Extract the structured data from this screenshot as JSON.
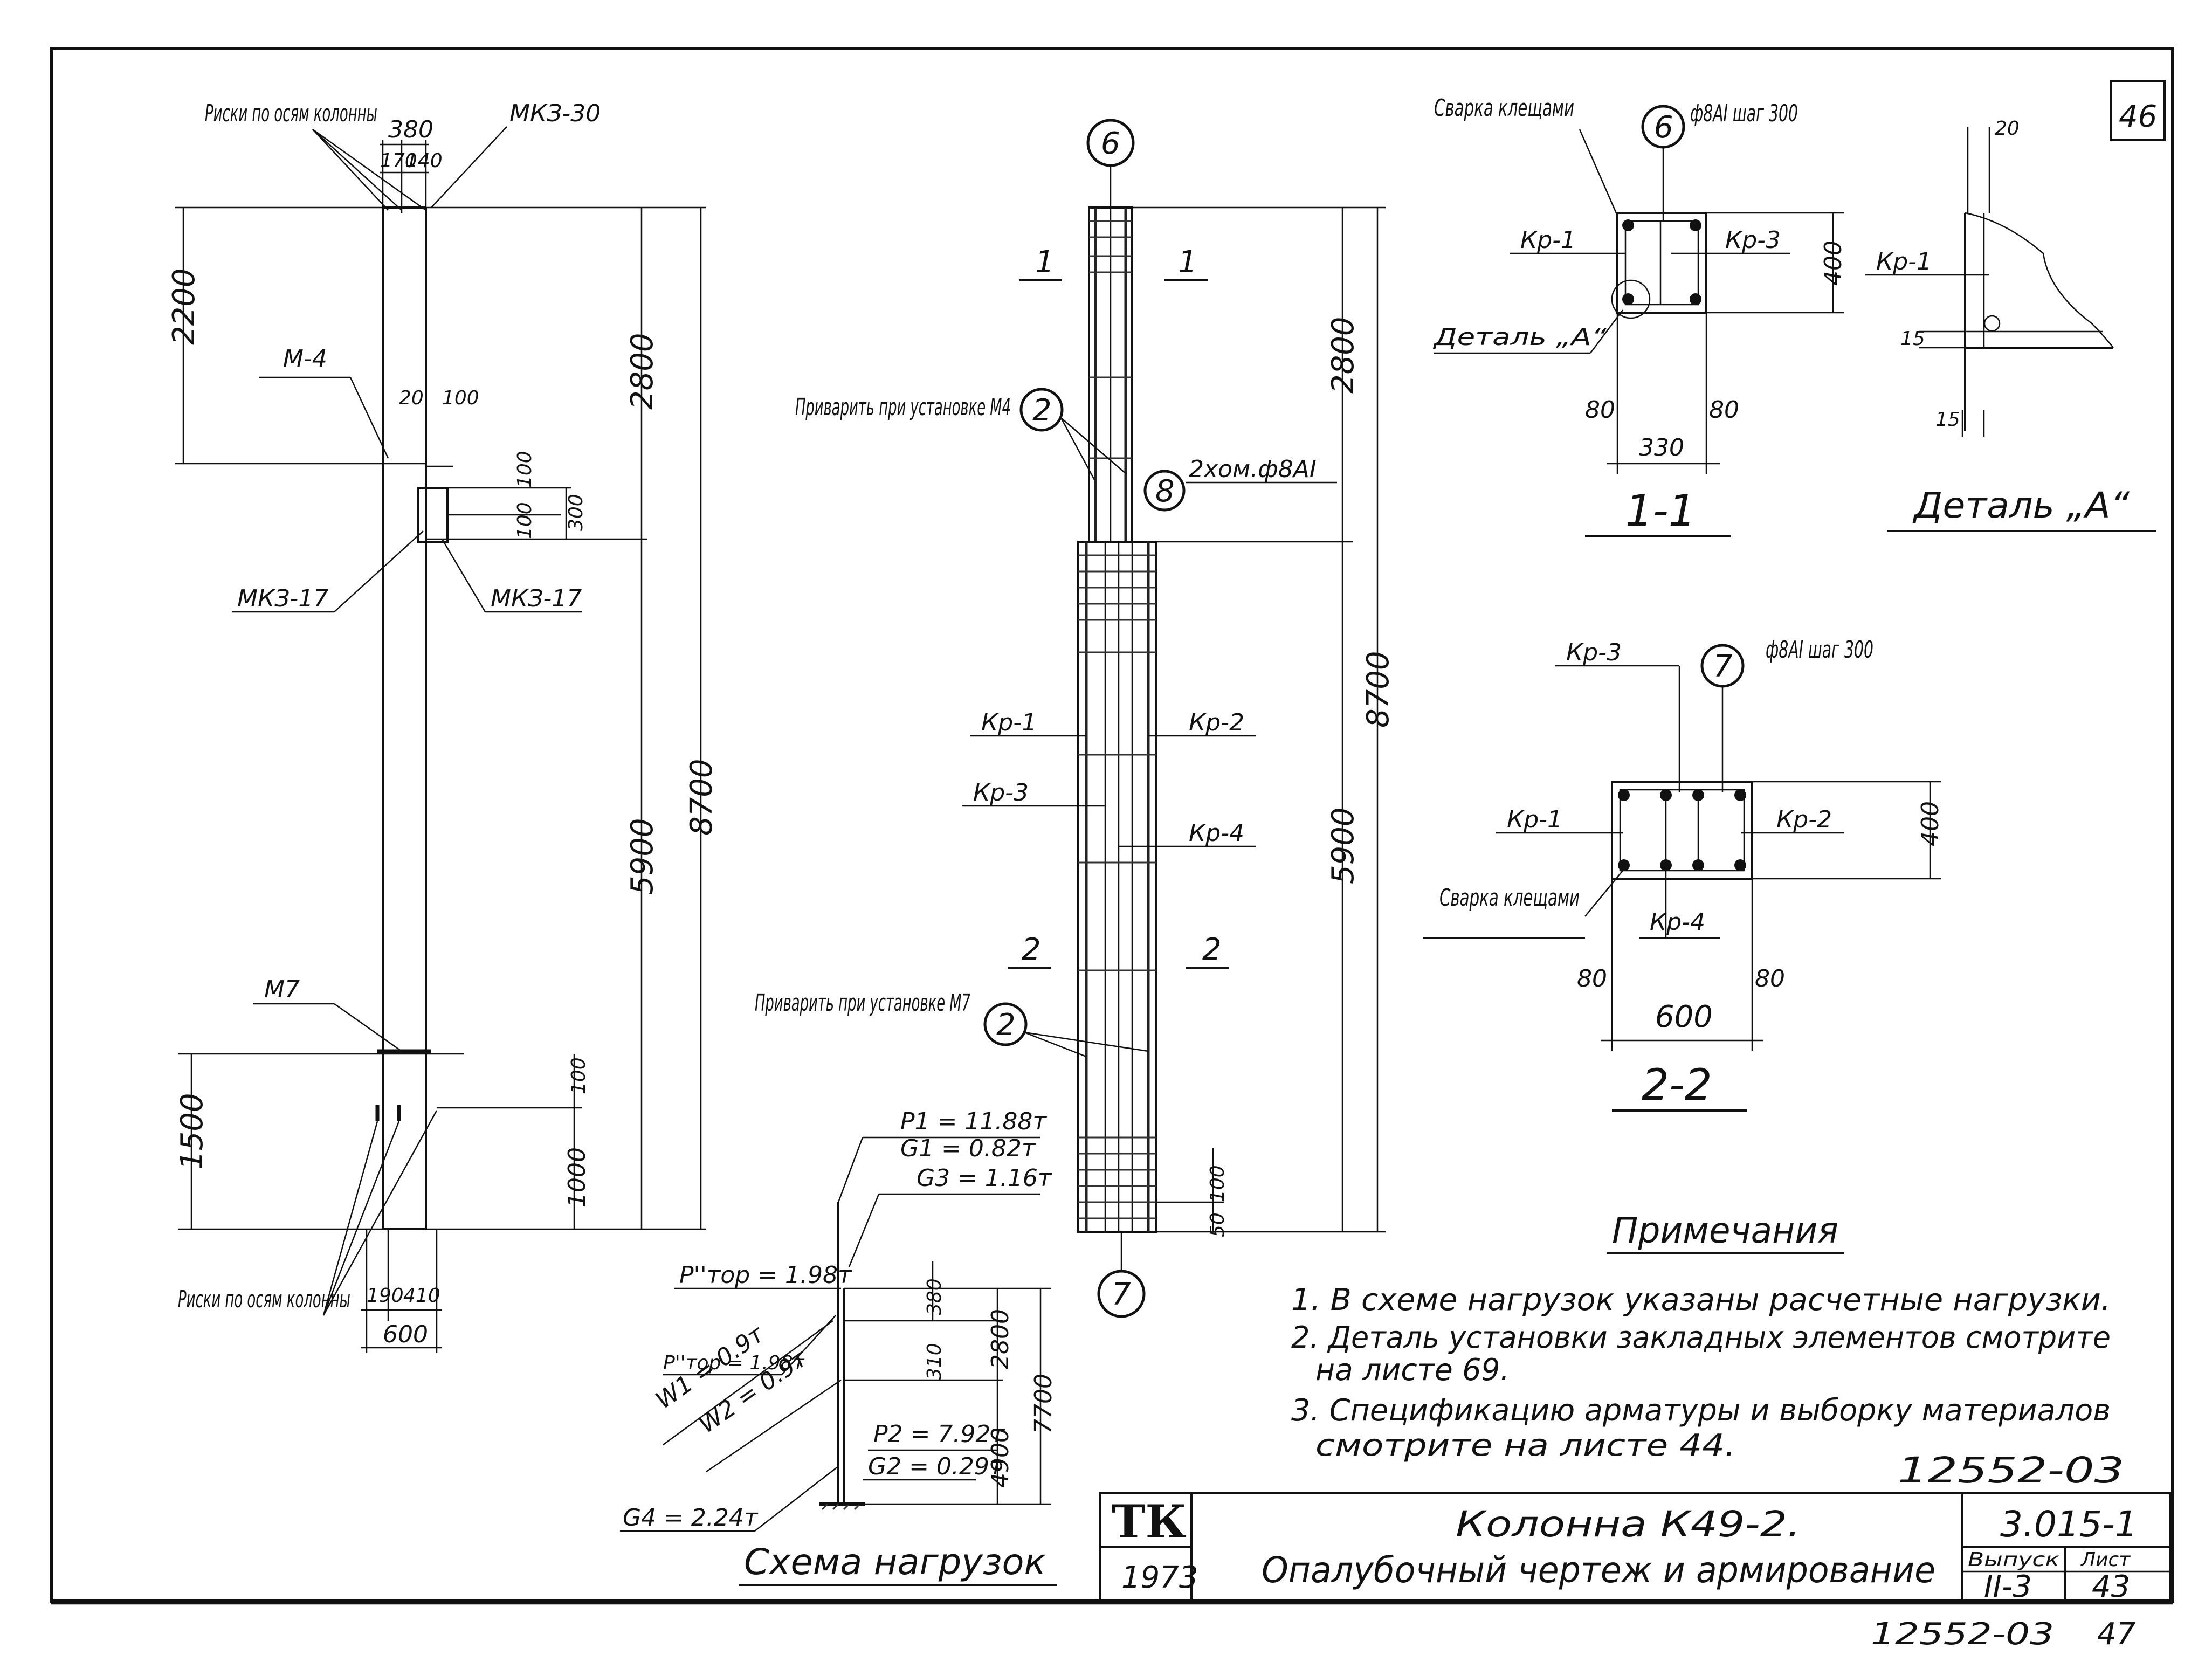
{
  "page_number": "46",
  "drawing": {
    "elevation_left": {
      "risks_top": "Риски по осям колонны",
      "risks_bottom": "Риски по осям колонны",
      "dim_top_total": "380",
      "dim_top_a": "170",
      "dim_top_b": "140",
      "mark_mkz30": "МКЗ-30",
      "mark_m4": "М-4",
      "dim_20": "20",
      "dim_100a": "100",
      "dim_100b": "100",
      "dim_100c": "100",
      "dim_300": "300",
      "mark_mkz17_left": "МКЗ-17",
      "mark_mkz17_right": "МКЗ-17",
      "dim_2200": "2200",
      "dim_2800": "2800",
      "dim_5900": "5900",
      "dim_8700": "8700",
      "mark_m7": "М7",
      "dim_1500": "1500",
      "dim_1000": "1000",
      "dim_190": "190",
      "dim_410": "410",
      "dim_600": "600"
    },
    "elevation_middle": {
      "circle_6": "6",
      "circle_7": "7",
      "circle_8": "8",
      "circle_2a": "2",
      "circle_2b": "2",
      "section_1_left": "1",
      "section_1_right": "1",
      "section_2_left": "2",
      "section_2_right": "2",
      "weld_note_m4": "Приварить при установке М4",
      "weld_note_m7": "Приварить при установке М7",
      "hoops_label": "2хом.ф8АI",
      "kr1": "Кр-1",
      "kr2": "Кр-2",
      "kr3": "Кр-3",
      "kr4": "Кр-4",
      "dim_2800": "2800",
      "dim_5900": "5900",
      "dim_8700": "8700",
      "dim_100": "100",
      "dim_50": "50"
    },
    "section_1_1": {
      "weld_label": "Сварка клещами",
      "circle_6": "6",
      "bar_spec": "ф8АI шаг 300",
      "kr1": "Кр-1",
      "kr3": "Кр-3",
      "detail_a": "Деталь „А“",
      "dim_400": "400",
      "dim_80a": "80",
      "dim_80b": "80",
      "dim_330": "330",
      "title": "1-1"
    },
    "detail_a": {
      "kr1": "Кр-1",
      "dim_20": "20",
      "dim_15a": "15",
      "dim_15b": "15",
      "title": "Деталь „А“"
    },
    "section_2_2": {
      "kr3": "Кр-3",
      "circle_7": "7",
      "bar_spec": "ф8АI шаг 300",
      "kr1": "Кр-1",
      "kr2": "Кр-2",
      "kr4": "Кр-4",
      "weld_label": "Сварка клещами",
      "dim_400": "400",
      "dim_80a": "80",
      "dim_80b": "80",
      "dim_600": "600",
      "title": "2-2"
    },
    "load_scheme": {
      "p1": "P1 = 11.88т",
      "g1": "G1 = 0.82т",
      "g3": "G3 = 1.16т",
      "p_top": "P''тор = 1.98т",
      "p_top2": "P''тор = 1.98т",
      "w1": "W1 = 0.9т",
      "w2": "W2 = 0.9т",
      "p2": "P2 = 7.92т",
      "g2": "G2 = 0.29т",
      "g4": "G4 = 2.24т",
      "dim_380": "380",
      "dim_310": "310",
      "dim_2800": "2800",
      "dim_4900": "4900",
      "dim_7700": "7700",
      "title": "Схема нагрузок"
    },
    "notes": {
      "heading": "Примечания",
      "lines": [
        "1. В схеме нагрузок указаны расчетные нагрузки.",
        "2. Деталь установки закладных элементов смотрите",
        "на листе 69.",
        "3. Спецификацию арматуры и выборку материалов",
        "смотрите на листе 44."
      ]
    },
    "doc_number": "12552-03"
  },
  "title_block": {
    "org": "ТК",
    "year": "1973",
    "title_line1": "Колонна К49-2.",
    "title_line2": "Опалубочный чертеж и армирование",
    "series": "3.015-1",
    "issue_label": "Выпуск",
    "issue_value": "II-3",
    "sheet_label": "Лист",
    "sheet_value": "43"
  },
  "footer": {
    "code": "12552-03",
    "page": "47"
  }
}
